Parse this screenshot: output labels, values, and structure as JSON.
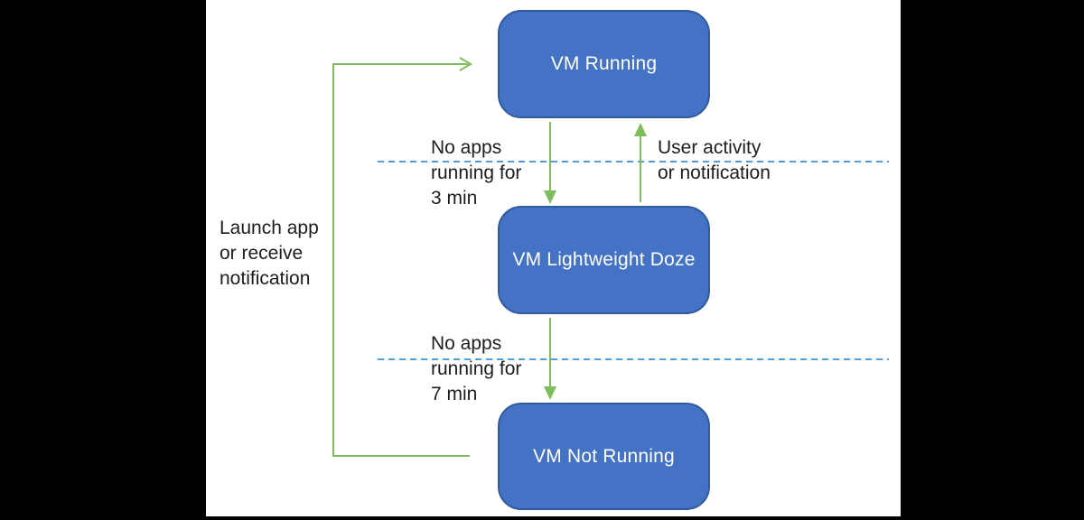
{
  "colors": {
    "background": "#000000",
    "stage-bg": "#ffffff",
    "box-fill": "#4472C4",
    "box-border": "#2F5B9C",
    "box-text": "#ffffff",
    "arrow-green": "#7DBE58",
    "dashed-blue": "#5B9BD5",
    "label-text": "#1d1d1d"
  },
  "diagram": {
    "states": [
      {
        "label": "VM Running"
      },
      {
        "label": "VM Lightweight Doze"
      },
      {
        "label": "VM Not Running"
      }
    ],
    "transitions": {
      "running_to_doze": "No apps\nrunning for\n3 min",
      "doze_to_running": "User activity\nor notification",
      "doze_to_notrunning": "No apps\nrunning for\n7 min",
      "notrunning_to_running": "Launch app\nor receive\nnotification"
    }
  }
}
